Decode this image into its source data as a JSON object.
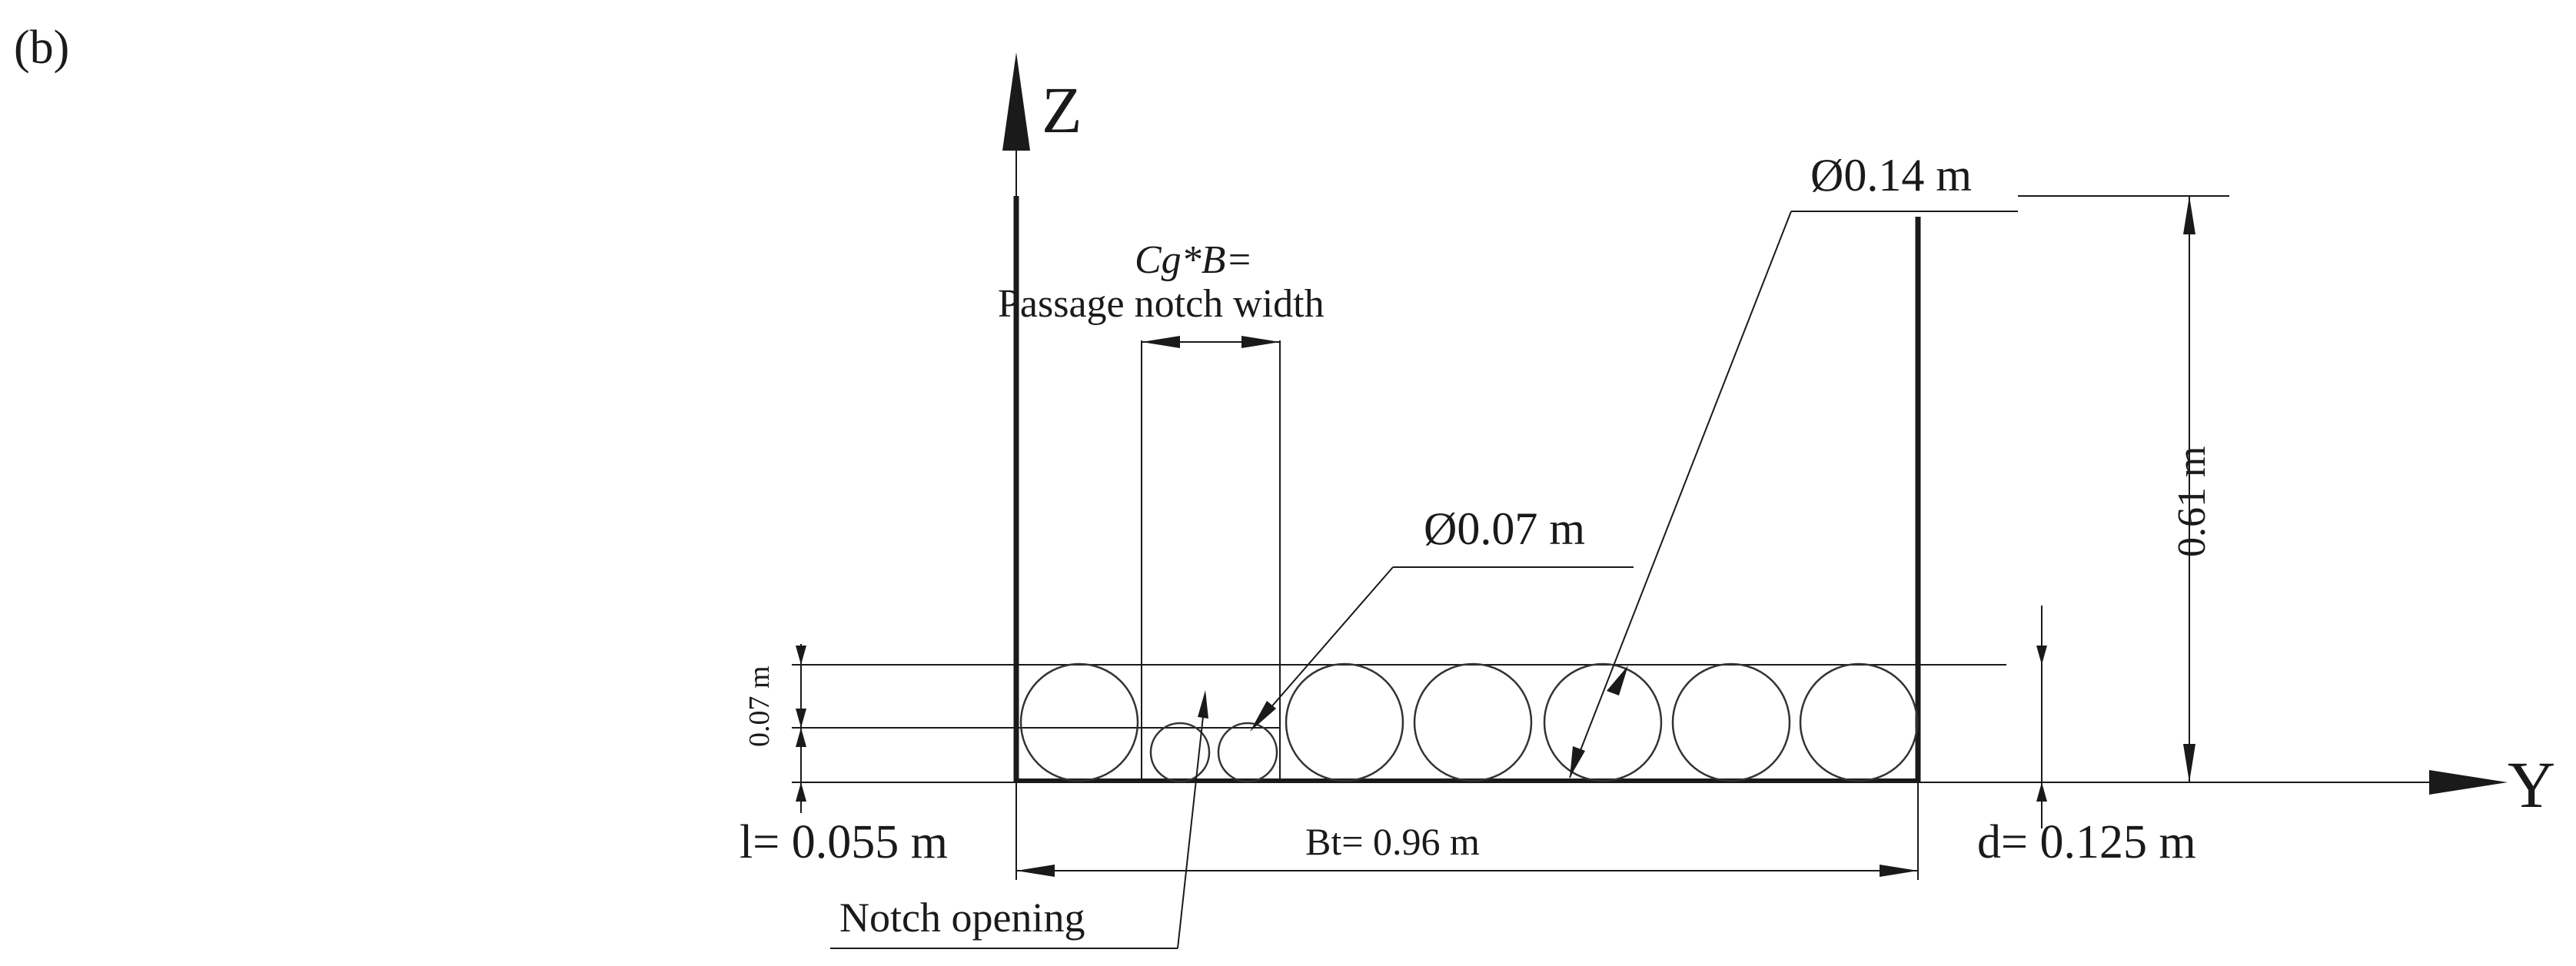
{
  "panel_label": "(b)",
  "axes": {
    "z": "Z",
    "y": "Y"
  },
  "labels": {
    "cg_b": "Cg*B=",
    "passage_notch_width": "Passage notch width",
    "dia_small": "Ø0.07 m",
    "dia_large": "Ø0.14 m",
    "height": "0.61 m",
    "layer": "0.07 m",
    "l_value": "l= 0.055 m",
    "bt_value": "Bt= 0.96 m",
    "d_value": "d= 0.125 m",
    "notch_opening": "Notch opening"
  },
  "colors": {
    "line": "#1a1a1a",
    "circle": "#333333",
    "background": "#ffffff"
  }
}
